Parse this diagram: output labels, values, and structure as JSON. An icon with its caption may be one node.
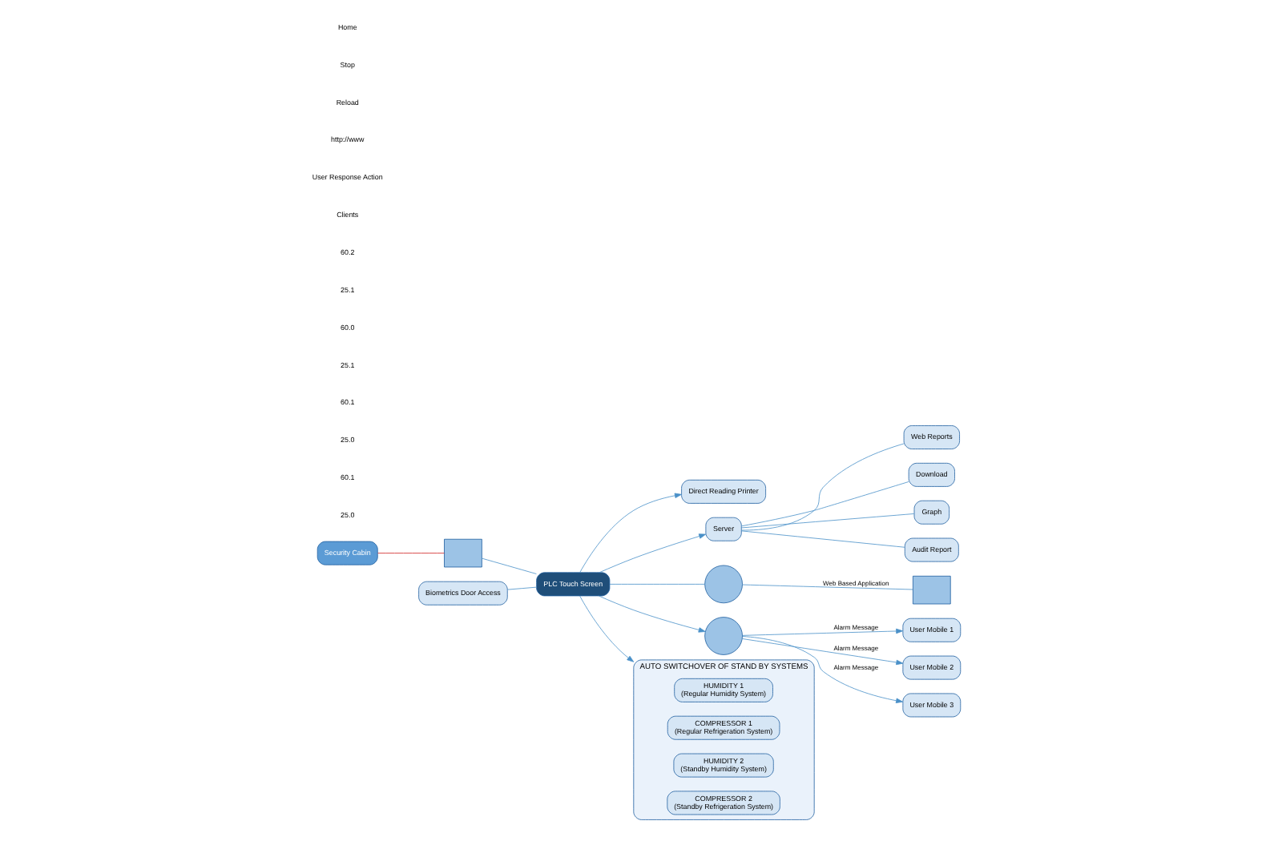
{
  "diagram": {
    "nodes": [
      {
        "text": [
          "Security Cabin"
        ]
      },
      {
        "text": [],
        "shape": "box"
      },
      {
        "text": [
          "Biometrics Door Access"
        ]
      },
      {
        "text": [
          "PLC Touch Screen"
        ]
      },
      {
        "text": [
          "Direct Reading Printer"
        ]
      },
      {
        "text": [
          "Server"
        ]
      },
      {
        "text": [
          "Web Reports"
        ]
      },
      {
        "text": [
          "Download"
        ]
      },
      {
        "text": [
          "Graph"
        ]
      },
      {
        "text": [
          "Audit Report"
        ]
      },
      {
        "text": [],
        "shape": "circle"
      },
      {
        "text": [],
        "shape": "box"
      },
      {
        "text": [],
        "shape": "circle"
      },
      {
        "text": [
          "User Mobile 1"
        ]
      },
      {
        "text": [
          "User Mobile 2"
        ]
      },
      {
        "text": [
          "User Mobile 3"
        ]
      },
      {
        "text": [
          "AUTO SWITCHOVER OF STAND BY SYSTEMS"
        ]
      },
      {
        "text": [
          "HUMIDITY 1",
          "(Regular Humidity System)"
        ],
        "in": 16
      },
      {
        "text": [
          "COMPRESSOR 1",
          "(Regular Refrigeration System)"
        ],
        "in": 16
      },
      {
        "text": [
          "HUMIDITY 2",
          "(Standby Humidity System)"
        ],
        "in": 16
      },
      {
        "text": [
          "COMPRESSOR 2",
          "(Standby Refrigeration System)"
        ],
        "in": 16
      }
    ],
    "edges": [
      {
        "from": 0,
        "to": 1,
        "arrow": "none",
        "color": "#d02020"
      },
      {
        "from": 1,
        "to": 3,
        "arrow": "none"
      },
      {
        "from": 2,
        "to": 3,
        "arrow": "none"
      },
      {
        "from": 3,
        "to": 4,
        "arrow": "to"
      },
      {
        "from": 3,
        "to": 5,
        "arrow": "to"
      },
      {
        "from": 5,
        "to": 6,
        "arrow": "none"
      },
      {
        "from": 5,
        "to": 7,
        "arrow": "none"
      },
      {
        "from": 5,
        "to": 8,
        "arrow": "none"
      },
      {
        "from": 5,
        "to": 9,
        "arrow": "none"
      },
      {
        "from": 3,
        "to": 10,
        "arrow": "none"
      },
      {
        "from": 10,
        "to": 11,
        "arrow": "none",
        "label": "Web Based Application"
      },
      {
        "from": 3,
        "to": 12,
        "arrow": "to"
      },
      {
        "from": 12,
        "to": 13,
        "arrow": "to",
        "label": "Alarm Message"
      },
      {
        "from": 12,
        "to": 14,
        "arrow": "to",
        "label": "Alarm Message"
      },
      {
        "from": 12,
        "to": 15,
        "arrow": "to",
        "label": "Alarm Message"
      },
      {
        "from": 3,
        "to": 16,
        "arrow": "to"
      }
    ],
    "labels": [
      "25.0",
      "60.1",
      "25.0",
      "60.1",
      "25.1",
      "60.0",
      "25.1",
      "60.2",
      "Clients",
      "User Response Action",
      "http://www",
      "Reload",
      "Stop",
      "Home"
    ]
  }
}
